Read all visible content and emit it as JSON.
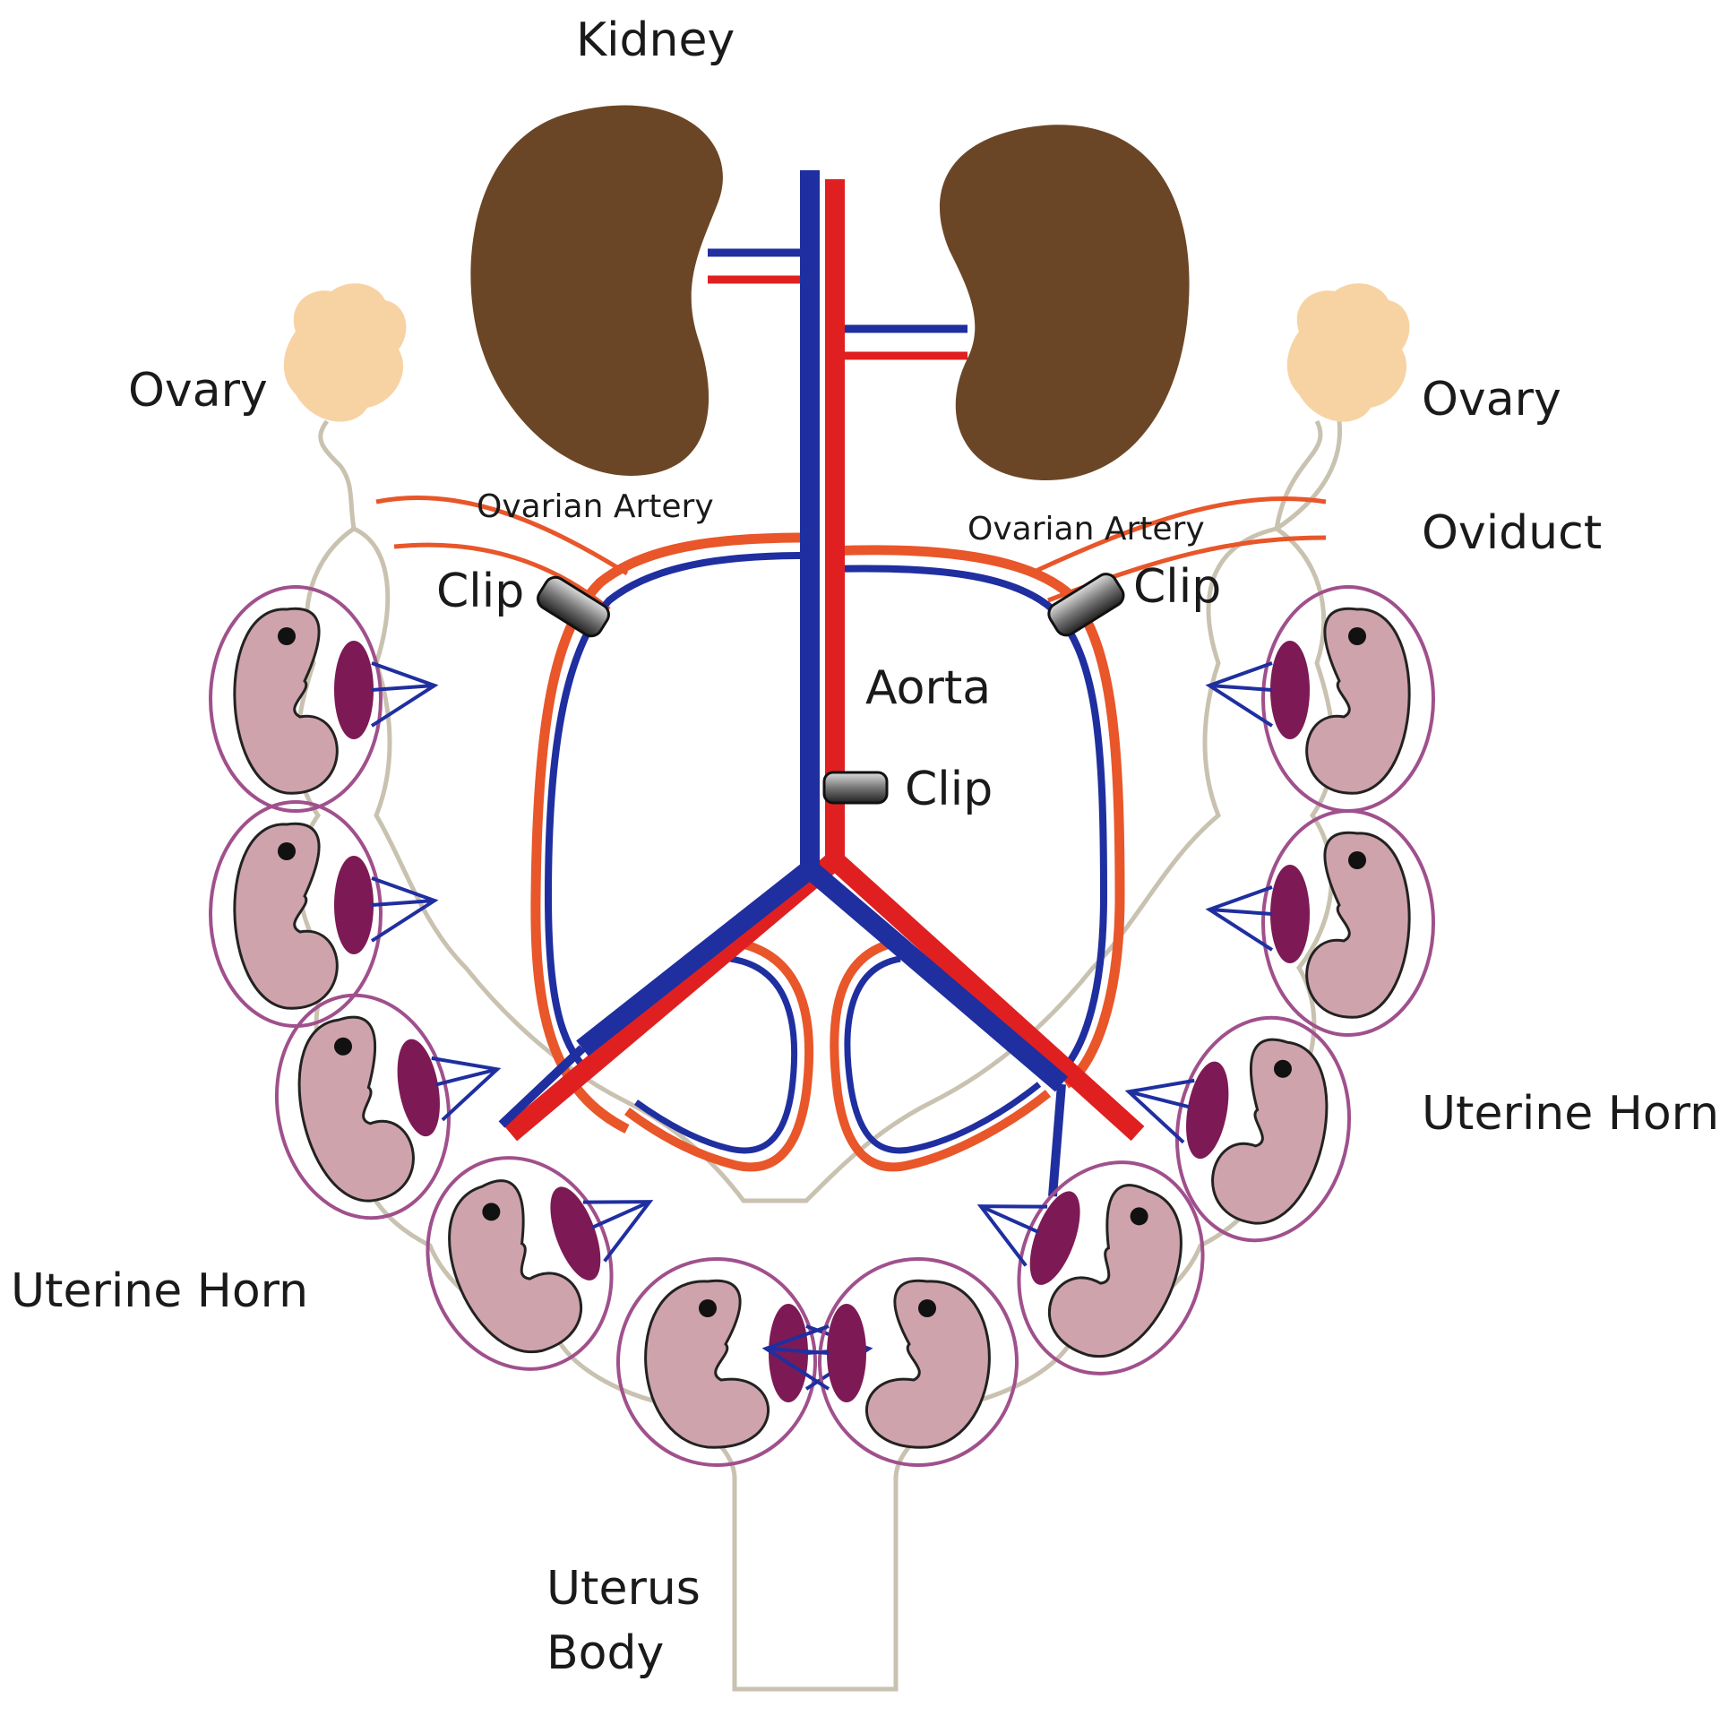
{
  "labels": {
    "kidney": "Kidney",
    "ovary_left": "Ovary",
    "ovary_right": "Ovary",
    "ovarian_artery_left": "Ovarian Artery",
    "ovarian_artery_right": "Ovarian Artery",
    "clip_left": "Clip",
    "clip_right": "Clip",
    "clip_aorta": "Clip",
    "aorta": "Aorta",
    "oviduct": "Oviduct",
    "uterine_horn_left": "Uterine Horn",
    "uterine_horn_right": "Uterine Horn",
    "uterus_body_line1": "Uterus",
    "uterus_body_line2": "Body"
  },
  "colors": {
    "kidney": "#6b4626",
    "artery": "#e02020",
    "vein": "#1f2fa0",
    "ovarian_vessel": "#e8562a",
    "ovary": "#f7d3a4",
    "uterus_outline": "#c9c2b0",
    "sac_outline": "#a0508c",
    "fetus": "#cfa3ac",
    "placenta": "#7d1a55",
    "clip": "#444444"
  },
  "fetus_count": 10
}
